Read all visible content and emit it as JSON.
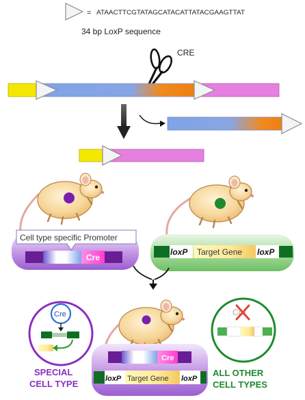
{
  "legend": {
    "equals": "=",
    "sequence": "ATAACTTCGTATAGCATACATTATACGAAGTTAT",
    "caption": "34 bp LoxP sequence"
  },
  "cre_label": "CRE",
  "mouse1": {
    "promoter_label": "Cell type specific Promoter",
    "gene_label": "Cre"
  },
  "mouse2": {
    "loxp_left": "loxP",
    "target_gene": "Target Gene",
    "loxp_right": "loxP"
  },
  "offspring": {
    "loxp_left": "loxP",
    "target_gene": "Target Gene",
    "loxp_right": "loxP",
    "cre_label": "Cre"
  },
  "special": {
    "cre_label": "Cre",
    "line1": "SPECIAL",
    "line2": "CELL TYPE"
  },
  "others": {
    "cre_label": "Cre",
    "line1": "ALL OTHER",
    "line2": "CELL TYPES"
  },
  "colors": {
    "yellow": "#f5e800",
    "blue": "#7fa4e8",
    "orange": "#f07f10",
    "pink": "#e57fe0",
    "purple": "#8e3fb8",
    "green": "#2f8f2f",
    "red": "#d8453a"
  }
}
